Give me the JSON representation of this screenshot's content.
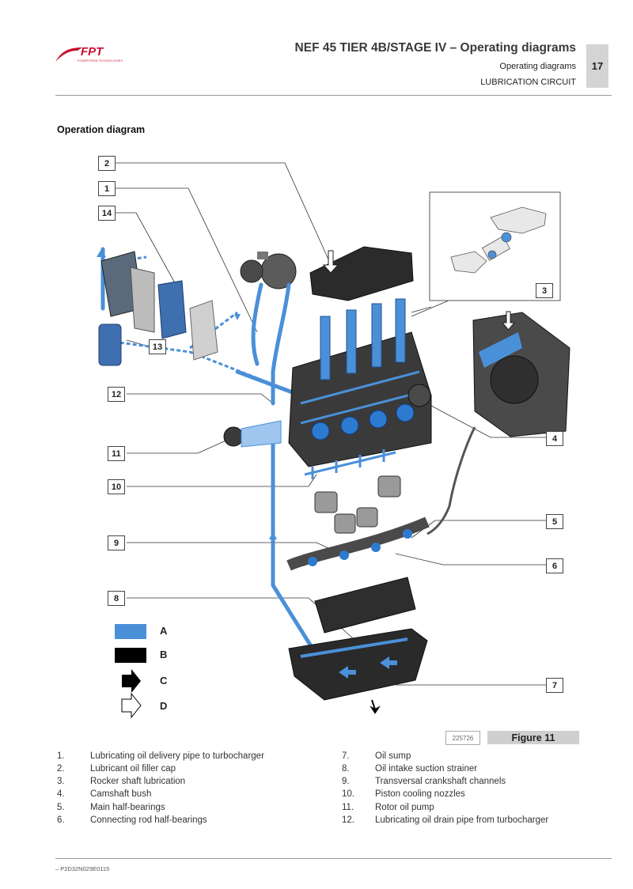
{
  "header": {
    "title": "NEF 45 TIER 4B/STAGE IV – Operating diagrams",
    "subtitle": "Operating diagrams",
    "section": "LUBRICATION CIRCUIT",
    "page_number": "17",
    "logo_text": "FPT",
    "logo_tagline": "POWERTRAIN TECHNOLOGIES"
  },
  "section_title": "Operation diagram",
  "callouts": [
    "1",
    "2",
    "3",
    "4",
    "5",
    "6",
    "7",
    "8",
    "9",
    "10",
    "11",
    "12",
    "13",
    "14"
  ],
  "legend_keys": [
    {
      "label": "A",
      "color": "#4a90d9",
      "kind": "solid"
    },
    {
      "label": "B",
      "color": "#000000",
      "kind": "solid"
    },
    {
      "label": "C",
      "kind": "filled-arrow"
    },
    {
      "label": "D",
      "kind": "outline-arrow"
    }
  ],
  "figure": {
    "code": "225726",
    "label": "Figure 11"
  },
  "legend_items": [
    {
      "num": "1.",
      "text": "Lubricating oil delivery pipe to turbocharger"
    },
    {
      "num": "2.",
      "text": "Lubricant oil filler cap"
    },
    {
      "num": "3.",
      "text": "Rocker shaft lubrication"
    },
    {
      "num": "4.",
      "text": "Camshaft bush"
    },
    {
      "num": "5.",
      "text": "Main half-bearings"
    },
    {
      "num": "6.",
      "text": "Connecting rod half-bearings"
    },
    {
      "num": "7.",
      "text": "Oil sump"
    },
    {
      "num": "8.",
      "text": "Oil intake suction strainer"
    },
    {
      "num": "9.",
      "text": "Transversal crankshaft channels"
    },
    {
      "num": "10.",
      "text": "Piston cooling nozzles"
    },
    {
      "num": "11.",
      "text": "Rotor oil pump"
    },
    {
      "num": "12.",
      "text": "Lubricating oil drain pipe from turbocharger"
    }
  ],
  "footer": {
    "doc_code": "– P2D32N029E0115"
  },
  "colors": {
    "oil_blue": "#4a90d9",
    "header_grey": "#d4d4d4"
  }
}
